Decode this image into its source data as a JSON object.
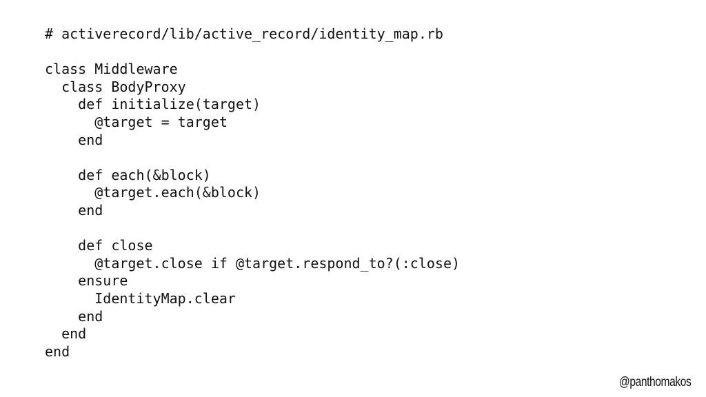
{
  "code": {
    "lines": [
      "# activerecord/lib/active_record/identity_map.rb",
      "",
      "class Middleware",
      "  class BodyProxy",
      "    def initialize(target)",
      "      @target = target",
      "    end",
      "",
      "    def each(&block)",
      "      @target.each(&block)",
      "    end",
      "",
      "    def close",
      "      @target.close if @target.respond_to?(:close)",
      "    ensure",
      "      IdentityMap.clear",
      "    end",
      "  end",
      "end"
    ]
  },
  "footer": {
    "handle": "@panthomakos"
  }
}
